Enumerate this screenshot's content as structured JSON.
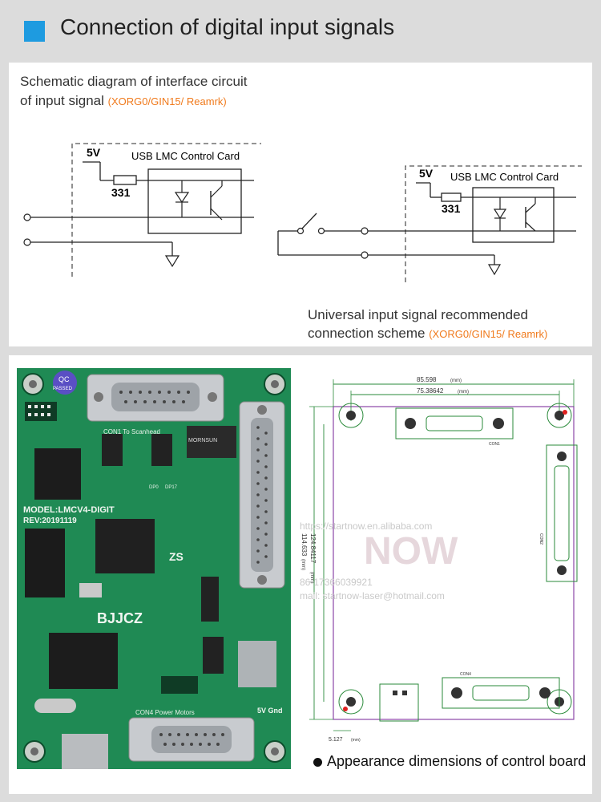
{
  "header": {
    "title": "Connection of digital input signals",
    "accent": "#1e9be0"
  },
  "schematic_left": {
    "title_line1": "Schematic diagram of interface circuit",
    "title_line2": "of input signal",
    "signals": "(XORG0/GIN15/ Reamrk)",
    "voltage": "5V",
    "resistor": "331",
    "card": "USB LMC Control Card"
  },
  "schematic_right": {
    "voltage": "5V",
    "resistor": "331",
    "card": "USB LMC Control Card",
    "caption_line1": "Universal input signal recommended",
    "caption_line2": "connection scheme",
    "signals": "(XORG0/GIN15/ Reamrk)"
  },
  "board": {
    "con1": "CON1  To Scanhead",
    "con4": "CON4  Power Motors",
    "model": "MODEL:LMCV4-DIGIT",
    "rev": "REV:20191119",
    "brand": "BJJCZ",
    "zs": "ZS",
    "qc": "QC",
    "passed": "PASSED",
    "vgnd": "5V Gnd",
    "chip_label": "MORNSUN",
    "op0": "DP0",
    "op17": "DP17"
  },
  "dimensions": {
    "width_outer": "85.598",
    "width_inner": "75.38642",
    "unit": "(mm)",
    "height_outer": "124.84117",
    "height_inner": "114.633",
    "offset": "5.127",
    "con1": "CON1",
    "con2": "CON2",
    "con4": "CON4"
  },
  "watermark": {
    "url": "https://startnow.en.alibaba.com",
    "brand": "NOW",
    "phone": "86-17366039921",
    "mail": "mail: startnow-laser@hotmail.com"
  },
  "caption": "Appearance dimensions of control board"
}
